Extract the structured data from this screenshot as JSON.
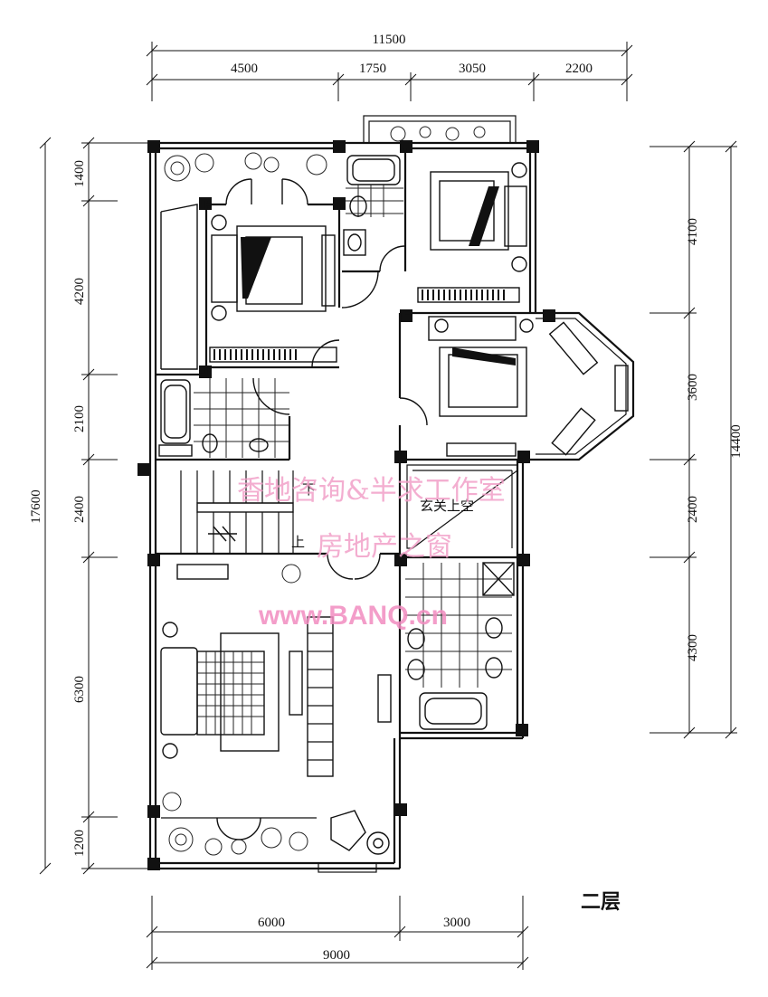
{
  "dimensions": {
    "top_total": "11500",
    "top_segments": [
      "4500",
      "1750",
      "3050",
      "2200"
    ],
    "bottom_segments": [
      "6000",
      "3000"
    ],
    "bottom_total": "9000",
    "left_total": "17600",
    "left_segments": [
      "1400",
      "4200",
      "2100",
      "2400",
      "6300",
      "1200"
    ],
    "right_total": "14400",
    "right_segments": [
      "4100",
      "3600",
      "2400",
      "4300"
    ]
  },
  "labels": {
    "stair_down": "下",
    "stair_up": "上",
    "foyer_void": "玄关上空",
    "floor_name": "二层"
  },
  "watermark": {
    "line1": "香地咨询&半求工作室",
    "line2": "房地产之窗",
    "line3": "www.BANQ.cn"
  }
}
